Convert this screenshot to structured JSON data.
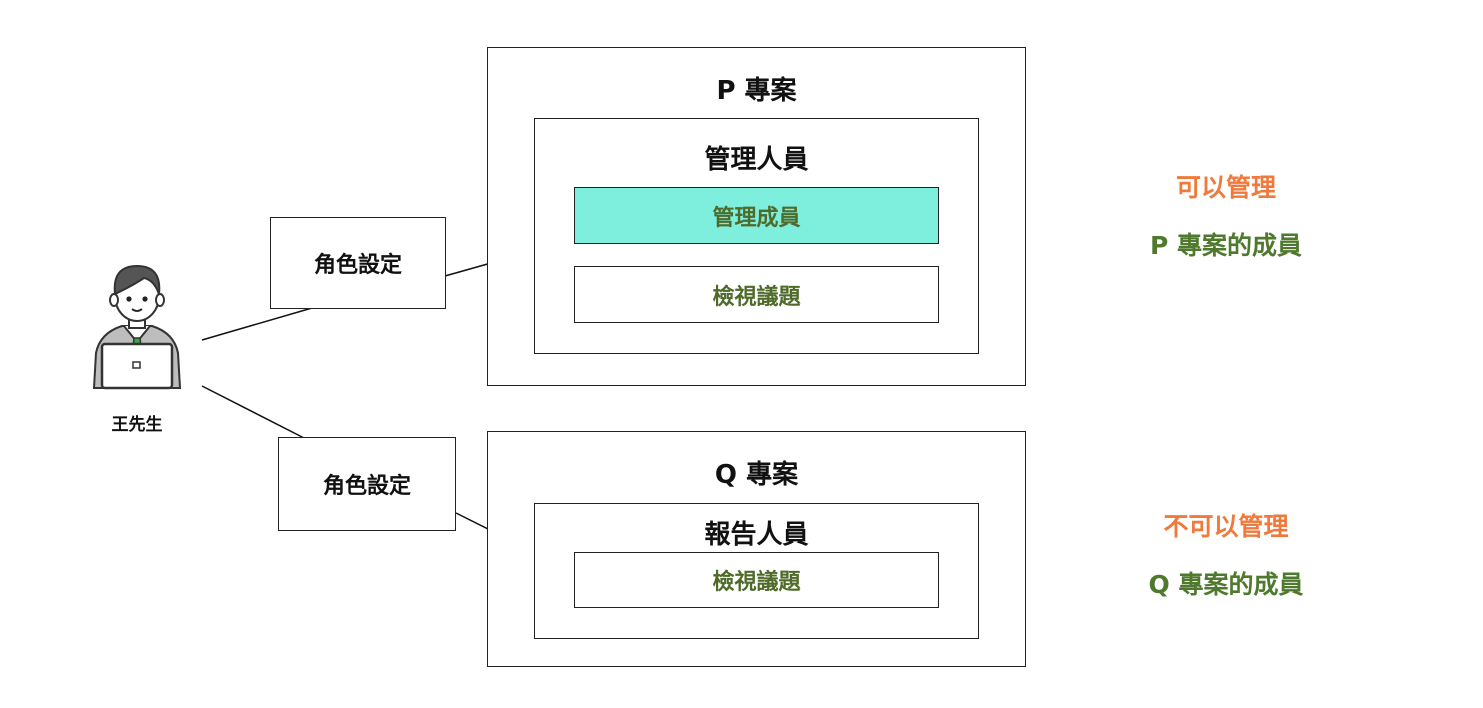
{
  "user": {
    "name": "王先生",
    "icon": "person-with-laptop-icon"
  },
  "role_assignments": [
    {
      "label": "角色設定"
    },
    {
      "label": "角色設定"
    }
  ],
  "projects": [
    {
      "title": "P 專案",
      "role": {
        "title": "管理人員",
        "permissions": [
          {
            "label": "管理成員",
            "highlighted": true
          },
          {
            "label": "檢視議題",
            "highlighted": false
          }
        ]
      },
      "note": {
        "line1": "可以管理",
        "line2": "P 專案的成員"
      }
    },
    {
      "title": "Q 專案",
      "role": {
        "title": "報告人員",
        "permissions": [
          {
            "label": "檢視議題",
            "highlighted": false
          }
        ]
      },
      "note": {
        "line1": "不可以管理",
        "line2": "Q 專案的成員"
      }
    }
  ],
  "colors": {
    "highlight": "#7eeedd",
    "permission_text": "#4f6b2a",
    "note_orange": "#ef7a3c",
    "note_green": "#4f7a2e"
  }
}
